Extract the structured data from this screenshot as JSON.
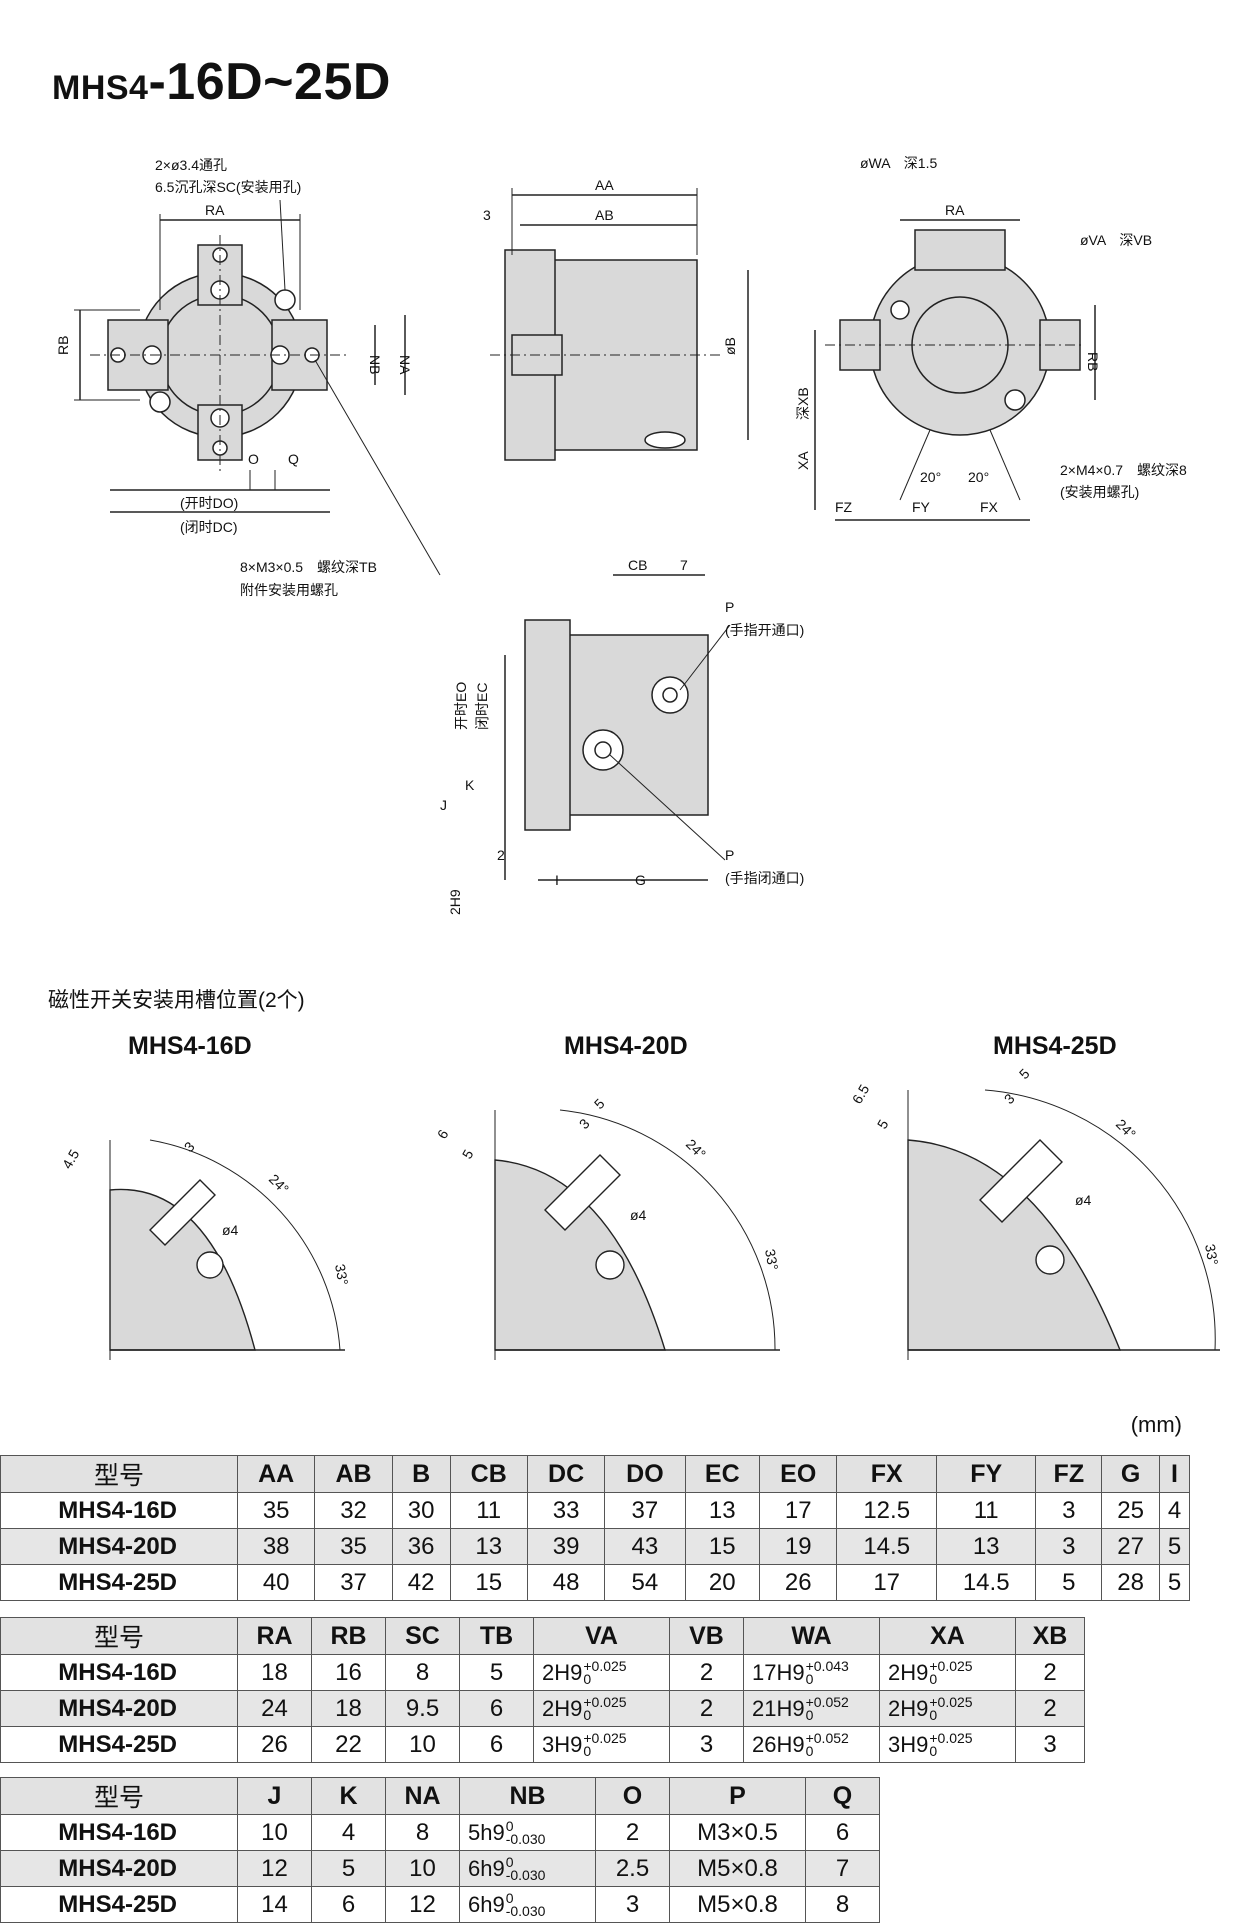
{
  "title": {
    "prefix": "MHS4",
    "suffix": "-16D~25D"
  },
  "drawing_labels": {
    "hole_note1": "2×ø3.4通孔",
    "hole_note2": "6.5沉孔深SC(安装用孔)",
    "ra": "RA",
    "rb": "RB",
    "nb": "NB",
    "na": "NA",
    "o": "O",
    "q": "Q",
    "do_note": "(开时DO)",
    "dc_note": "(闭时DC)",
    "tap_note": "8×M3×0.5　螺纹深TB",
    "tap_note2": "附件安装用螺孔",
    "aa": "AA",
    "ab": "AB",
    "three": "3",
    "b": "øB",
    "wa": "øWA　深1.5",
    "va": "øVA　深VB",
    "xa": "XA",
    "xb": "深XB",
    "deg20a": "20°",
    "deg20b": "20°",
    "fz": "FZ",
    "fy": "FY",
    "fx": "FX",
    "m4_note": "2×M4×0.7　螺纹深8",
    "m4_note2": "(安装用螺孔)",
    "cb": "CB",
    "seven": "7",
    "p_open": "P",
    "p_open_note": "(手指开通口)",
    "p_close": "P",
    "p_close_note": "(手指闭通口)",
    "eo": "开时EO",
    "ec": "闭时EC",
    "j": "J",
    "k": "K",
    "two": "2",
    "i_label": "I",
    "g": "G",
    "h9": "2H9"
  },
  "slot_section": {
    "heading": "磁性开关安装用槽位置(2个)",
    "models": [
      {
        "name": "MHS4-16D",
        "d1": "4.5",
        "d2": "3",
        "dia": "ø4",
        "a1": "24°",
        "a2": "33°"
      },
      {
        "name": "MHS4-20D",
        "d1": "6",
        "d2": "5",
        "d3": "3",
        "d4": "5",
        "dia": "ø4",
        "a1": "24°",
        "a2": "33°"
      },
      {
        "name": "MHS4-25D",
        "d1": "6.5",
        "d2": "5",
        "d3": "5",
        "d4": "3",
        "dia": "ø4",
        "a1": "24°",
        "a2": "33°"
      }
    ]
  },
  "unit": "(mm)",
  "table1": {
    "headers": [
      "型号",
      "AA",
      "AB",
      "B",
      "CB",
      "DC",
      "DO",
      "EC",
      "EO",
      "FX",
      "FY",
      "FZ",
      "G",
      "I"
    ],
    "rows": [
      [
        "MHS4-16D",
        "35",
        "32",
        "30",
        "11",
        "33",
        "37",
        "13",
        "17",
        "12.5",
        "11",
        "3",
        "25",
        "4"
      ],
      [
        "MHS4-20D",
        "38",
        "35",
        "36",
        "13",
        "39",
        "43",
        "15",
        "19",
        "14.5",
        "13",
        "3",
        "27",
        "5"
      ],
      [
        "MHS4-25D",
        "40",
        "37",
        "42",
        "15",
        "48",
        "54",
        "20",
        "26",
        "17",
        "14.5",
        "5",
        "28",
        "5"
      ]
    ]
  },
  "table2": {
    "headers": [
      "型号",
      "RA",
      "RB",
      "SC",
      "TB",
      "VA",
      "VB",
      "WA",
      "XA",
      "XB"
    ],
    "rows": [
      [
        "MHS4-16D",
        "18",
        "16",
        "8",
        "5",
        {
          "b": "2H9",
          "u": "+0.025",
          "l": "0"
        },
        "2",
        {
          "b": "17H9",
          "u": "+0.043",
          "l": "0"
        },
        {
          "b": "2H9",
          "u": "+0.025",
          "l": "0"
        },
        "2"
      ],
      [
        "MHS4-20D",
        "24",
        "18",
        "9.5",
        "6",
        {
          "b": "2H9",
          "u": "+0.025",
          "l": "0"
        },
        "2",
        {
          "b": "21H9",
          "u": "+0.052",
          "l": "0"
        },
        {
          "b": "2H9",
          "u": "+0.025",
          "l": "0"
        },
        "2"
      ],
      [
        "MHS4-25D",
        "26",
        "22",
        "10",
        "6",
        {
          "b": "3H9",
          "u": "+0.025",
          "l": "0"
        },
        "3",
        {
          "b": "26H9",
          "u": "+0.052",
          "l": "0"
        },
        {
          "b": "3H9",
          "u": "+0.025",
          "l": "0"
        },
        "3"
      ]
    ]
  },
  "table3": {
    "headers": [
      "型号",
      "J",
      "K",
      "NA",
      "NB",
      "O",
      "P",
      "Q"
    ],
    "rows": [
      [
        "MHS4-16D",
        "10",
        "4",
        "8",
        {
          "b": "5h9",
          "u": "0",
          "l": "-0.030"
        },
        "2",
        "M3×0.5",
        "6"
      ],
      [
        "MHS4-20D",
        "12",
        "5",
        "10",
        {
          "b": "6h9",
          "u": "0",
          "l": "-0.030"
        },
        "2.5",
        "M5×0.8",
        "7"
      ],
      [
        "MHS4-25D",
        "14",
        "6",
        "12",
        {
          "b": "6h9",
          "u": "0",
          "l": "-0.030"
        },
        "3",
        "M5×0.8",
        "8"
      ]
    ]
  }
}
